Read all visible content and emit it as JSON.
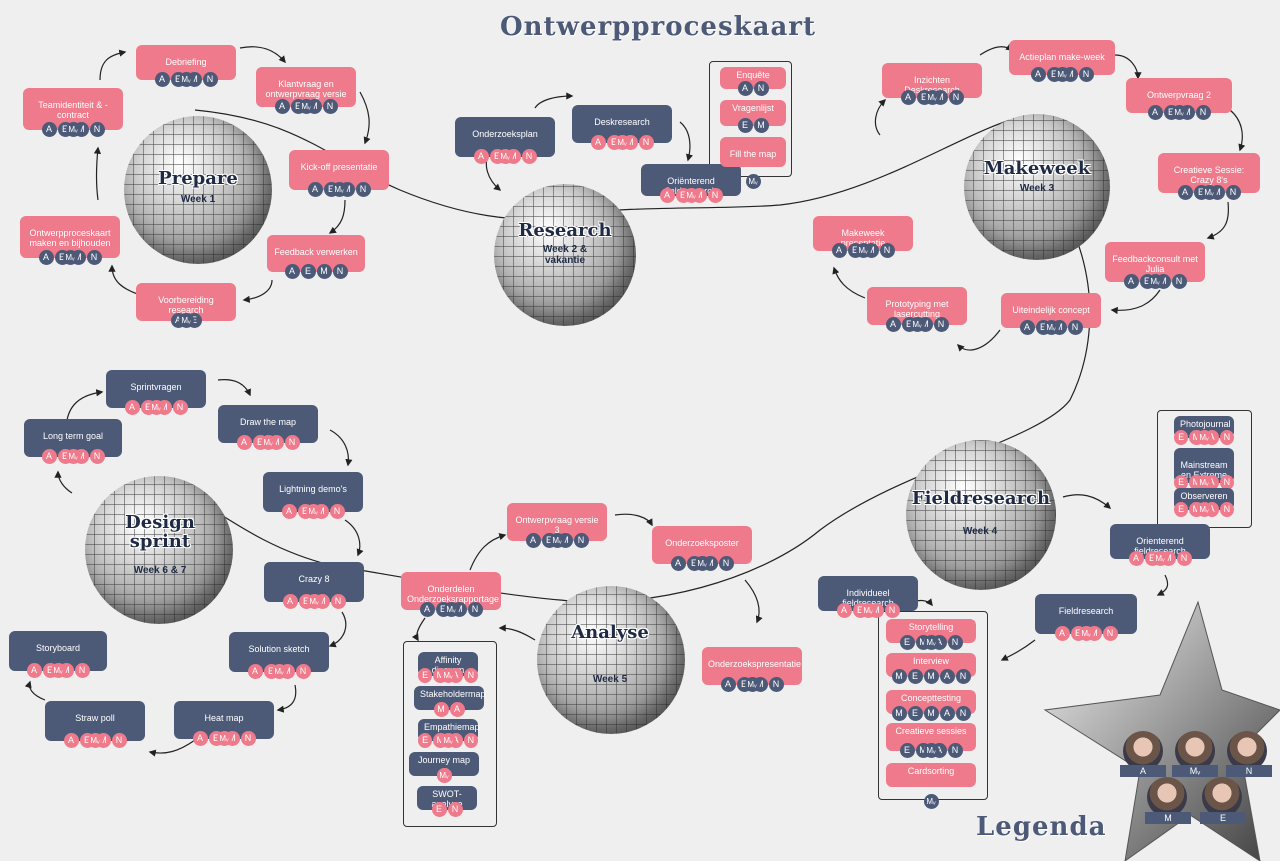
{
  "title": "Ontwerpproceskaart",
  "legend_title": "Legenda",
  "balls": [
    {
      "id": "prepare",
      "title": "Prepare",
      "week": "Week 1"
    },
    {
      "id": "research",
      "title": "Research",
      "week": "Week 2 & vakantie"
    },
    {
      "id": "makeweek",
      "title": "Makeweek",
      "week": "Week 3"
    },
    {
      "id": "fieldresearch",
      "title": "Fieldresearch",
      "week": "Week 4"
    },
    {
      "id": "analyse",
      "title": "Analyse",
      "week": "Week 5"
    },
    {
      "id": "designsprint",
      "title": "Design sprint",
      "week": "Week 6 & 7"
    }
  ],
  "cards": [
    {
      "label": "Debriefing",
      "color": "pink",
      "m": [
        "A",
        "E",
        "M",
        "Mv",
        "N"
      ]
    },
    {
      "label": "Klantvraag en ontwerpvraag versie 1",
      "color": "pink",
      "m": [
        "A",
        "E",
        "M",
        "Mv",
        "N"
      ]
    },
    {
      "label": "Teamidentiteit & -contract",
      "color": "pink",
      "m": [
        "A",
        "E",
        "M",
        "Mv",
        "N"
      ]
    },
    {
      "label": "Kick-off presentatie",
      "color": "pink",
      "m": [
        "A",
        "E",
        "M",
        "Mv",
        "N"
      ]
    },
    {
      "label": "Ontwerpproceskaart maken en bijhouden",
      "color": "pink",
      "m": [
        "A",
        "E",
        "M",
        "Mv",
        "N"
      ]
    },
    {
      "label": "Feedback verwerken",
      "color": "pink",
      "m": [
        "A",
        "E",
        "M",
        "N"
      ]
    },
    {
      "label": "Voorbereiding research",
      "color": "pink",
      "m": [
        "A",
        "E",
        "Mv"
      ]
    },
    {
      "label": "Onderzoeksplan",
      "color": "navy",
      "m": [
        "A",
        "E",
        "M",
        "Mv",
        "N"
      ]
    },
    {
      "label": "Deskresearch",
      "color": "navy",
      "m": [
        "A",
        "E",
        "M",
        "Mv",
        "N"
      ]
    },
    {
      "label": "Oriënterend fieldresearch",
      "color": "navy",
      "m": [
        "A",
        "E",
        "M",
        "Mv",
        "N"
      ]
    },
    {
      "label": "Enquête",
      "color": "pink",
      "m": [
        "A",
        "N"
      ]
    },
    {
      "label": "Vragenlijst",
      "color": "pink",
      "m": [
        "E",
        "M"
      ]
    },
    {
      "label": "Fill the map",
      "color": "pink",
      "m": [
        "Mv"
      ]
    },
    {
      "label": "Inzichten Deskresearch",
      "color": "pink",
      "m": [
        "A",
        "E",
        "M",
        "Mv",
        "N"
      ]
    },
    {
      "label": "Actieplan make-week",
      "color": "pink",
      "m": [
        "A",
        "E",
        "M",
        "Mv",
        "N"
      ]
    },
    {
      "label": "Ontwerpvraag 2",
      "color": "pink",
      "m": [
        "A",
        "E",
        "M",
        "Mv",
        "N"
      ]
    },
    {
      "label": "Creatieve Sessie: Crazy 8's",
      "color": "pink",
      "m": [
        "A",
        "E",
        "M",
        "Mv",
        "N"
      ]
    },
    {
      "label": "Makeweek presentatie",
      "color": "pink",
      "m": [
        "A",
        "E",
        "M",
        "Mv",
        "N"
      ]
    },
    {
      "label": "Feedbackconsult met Julia",
      "color": "pink",
      "m": [
        "A",
        "E",
        "M",
        "Mv",
        "N"
      ]
    },
    {
      "label": "Prototyping met lasercutting",
      "color": "pink",
      "m": [
        "A",
        "E",
        "M",
        "Mv",
        "N"
      ]
    },
    {
      "label": "Uiteindelijk concept",
      "color": "pink",
      "m": [
        "A",
        "E",
        "M",
        "Mv",
        "N"
      ]
    },
    {
      "label": "Photojournal",
      "color": "navy",
      "m": [
        "Mv",
        "E",
        "M",
        "A",
        "N"
      ]
    },
    {
      "label": "Mainstream en Extreme",
      "color": "navy",
      "m": [
        "Mv",
        "E",
        "M",
        "A",
        "N"
      ]
    },
    {
      "label": "Observeren",
      "color": "navy",
      "m": [
        "Mv",
        "E",
        "M",
        "A",
        "N"
      ]
    },
    {
      "label": "Orienterend fieldresearch",
      "color": "navy",
      "m": [
        "A",
        "E",
        "M",
        "Mv",
        "N"
      ]
    },
    {
      "label": "Fieldresearch",
      "color": "navy",
      "m": [
        "A",
        "E",
        "M",
        "Mv",
        "N"
      ]
    },
    {
      "label": "Individueel fieldresearch",
      "color": "navy",
      "m": [
        "A",
        "E",
        "M",
        "Mv",
        "N"
      ]
    },
    {
      "label": "Storytelling",
      "color": "pink",
      "m": [
        "Mv",
        "E",
        "M",
        "A",
        "N"
      ]
    },
    {
      "label": "Interview",
      "color": "pink",
      "m": [
        "M",
        "E",
        "M",
        "A",
        "N"
      ]
    },
    {
      "label": "Concepttesting",
      "color": "pink",
      "m": [
        "M",
        "E",
        "M",
        "A",
        "N"
      ]
    },
    {
      "label": "Creatieve sessies",
      "color": "pink",
      "m": [
        "Mv",
        "E",
        "M",
        "A",
        "N"
      ]
    },
    {
      "label": "Cardsorting",
      "color": "pink",
      "m": [
        "Mv"
      ]
    },
    {
      "label": "Sprintvragen",
      "color": "navy",
      "m": [
        "A",
        "E",
        "M",
        "Mv",
        "N"
      ]
    },
    {
      "label": "Long term goal",
      "color": "navy",
      "m": [
        "A",
        "E",
        "M",
        "Mv",
        "N"
      ]
    },
    {
      "label": "Draw the map",
      "color": "navy",
      "m": [
        "A",
        "E",
        "M",
        "Mv",
        "N"
      ]
    },
    {
      "label": "Lightning demo's",
      "color": "navy",
      "m": [
        "A",
        "E",
        "M",
        "Mv",
        "N"
      ]
    },
    {
      "label": "Crazy 8",
      "color": "navy",
      "m": [
        "A",
        "E",
        "M",
        "Mv",
        "N"
      ]
    },
    {
      "label": "Solution sketch",
      "color": "navy",
      "m": [
        "A",
        "E",
        "M",
        "Mv",
        "N"
      ]
    },
    {
      "label": "Storyboard",
      "color": "navy",
      "m": [
        "A",
        "E",
        "M",
        "Mv",
        "N"
      ]
    },
    {
      "label": "Heat map",
      "color": "navy",
      "m": [
        "A",
        "E",
        "M",
        "Mv",
        "N"
      ]
    },
    {
      "label": "Straw poll",
      "color": "navy",
      "m": [
        "A",
        "E",
        "M",
        "Mv",
        "N"
      ]
    },
    {
      "label": "Ontwerpvraag versie 3",
      "color": "pink",
      "m": [
        "A",
        "E",
        "M",
        "Mv",
        "N"
      ]
    },
    {
      "label": "Onderzoeksposter",
      "color": "pink",
      "m": [
        "A",
        "E",
        "M",
        "Mv",
        "N"
      ]
    },
    {
      "label": "Onderdelen Onderzoeksrapportage",
      "color": "pink",
      "m": [
        "A",
        "E",
        "M",
        "Mv",
        "N"
      ]
    },
    {
      "label": "Onderzoekspresentatie",
      "color": "pink",
      "m": [
        "A",
        "E",
        "M",
        "Mv",
        "N"
      ]
    },
    {
      "label": "Affinity diagram",
      "color": "navy",
      "m": [
        "Mv",
        "E",
        "M",
        "A",
        "N"
      ]
    },
    {
      "label": "Stakeholdermap",
      "color": "navy",
      "m": [
        "M",
        "A"
      ]
    },
    {
      "label": "Empathiemap",
      "color": "navy",
      "m": [
        "Mv",
        "E",
        "M",
        "A",
        "N"
      ]
    },
    {
      "label": "Journey map",
      "color": "navy",
      "m": [
        "Mv",
        "E"
      ]
    },
    {
      "label": "SWOT-analyse",
      "color": "navy",
      "m": [
        "E",
        "N"
      ]
    }
  ],
  "legend_members": [
    "A",
    "Mv",
    "N",
    "M",
    "E"
  ],
  "colors": {
    "pink": "#ef7a8b",
    "navy": "#4c5a78",
    "background": "#efefef"
  }
}
